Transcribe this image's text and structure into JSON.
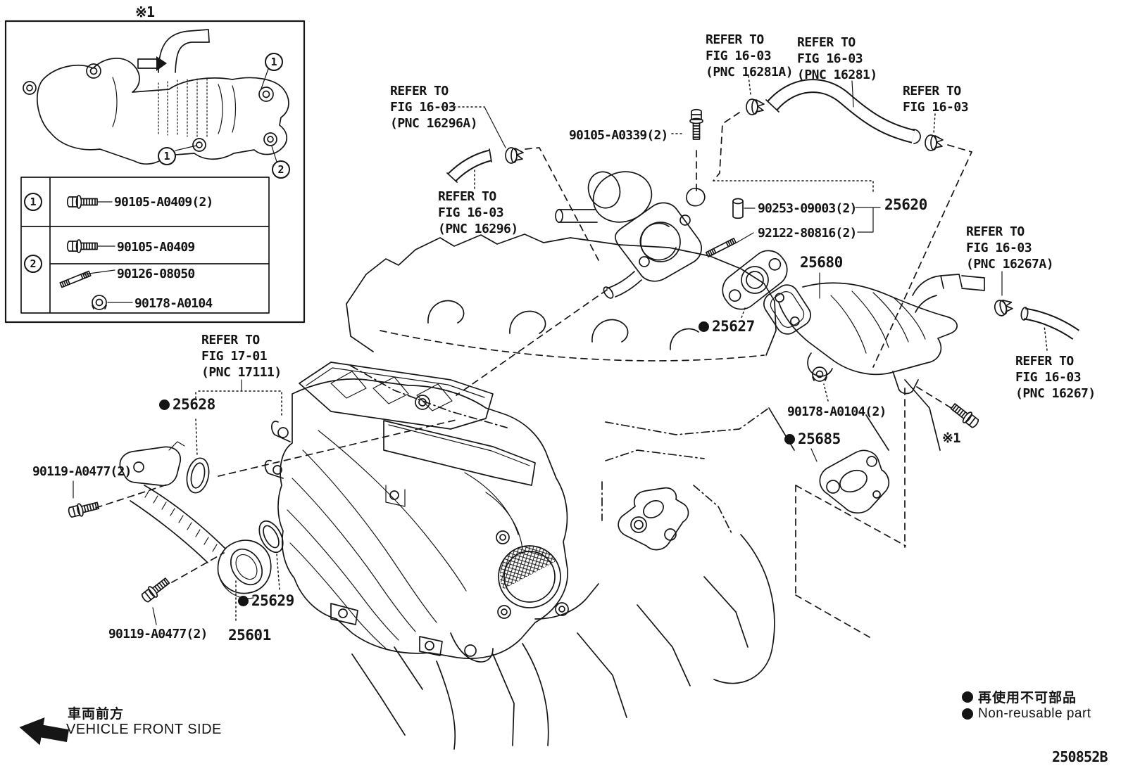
{
  "page": {
    "code": "250852B"
  },
  "markers": {
    "top": "※1",
    "bolt": "※1"
  },
  "inset": {
    "callouts": {
      "a": "1",
      "b": "1",
      "c": "2"
    },
    "rows": {
      "r1": {
        "ref": "1",
        "p1": "90105-A0409(2)"
      },
      "r2": {
        "ref": "2",
        "p1": "90105-A0409",
        "p2": "90126-08050",
        "p3": "90178-A0104"
      }
    }
  },
  "refers": {
    "f16296a": "REFER TO\nFIG 16-03\n(PNC 16296A)",
    "f16296": "REFER TO\nFIG 16-03\n(PNC 16296)",
    "f16281a": "REFER TO\nFIG 16-03\n(PNC 16281A)",
    "f16281": "REFER TO\nFIG 16-03\n(PNC 16281)",
    "f1603": "REFER TO\nFIG 16-03",
    "f16267a": "REFER TO\nFIG 16-03\n(PNC 16267A)",
    "f16267": "REFER TO\nFIG 16-03\n(PNC 16267)",
    "f1701": "REFER TO\nFIG 17-01\n(PNC 17111)"
  },
  "parts": {
    "p90105a0339": "90105-A0339(2)",
    "p90253": "90253-09003(2)",
    "p92122": "92122-80816(2)",
    "p25620": "25620",
    "p25680": "25680",
    "p25627": "25627",
    "p90178": "90178-A0104(2)",
    "p25685": "25685",
    "p25628": "25628",
    "p90119u": "90119-A0477(2)",
    "p90119l": "90119-A0477(2)",
    "p25629": "25629",
    "p25601": "25601"
  },
  "legend": {
    "front_jp": "車両前方",
    "front_en": "VEHICLE FRONT SIDE",
    "nonreusable_jp": "再使用不可部品",
    "nonreusable_en": "Non-reusable part"
  }
}
